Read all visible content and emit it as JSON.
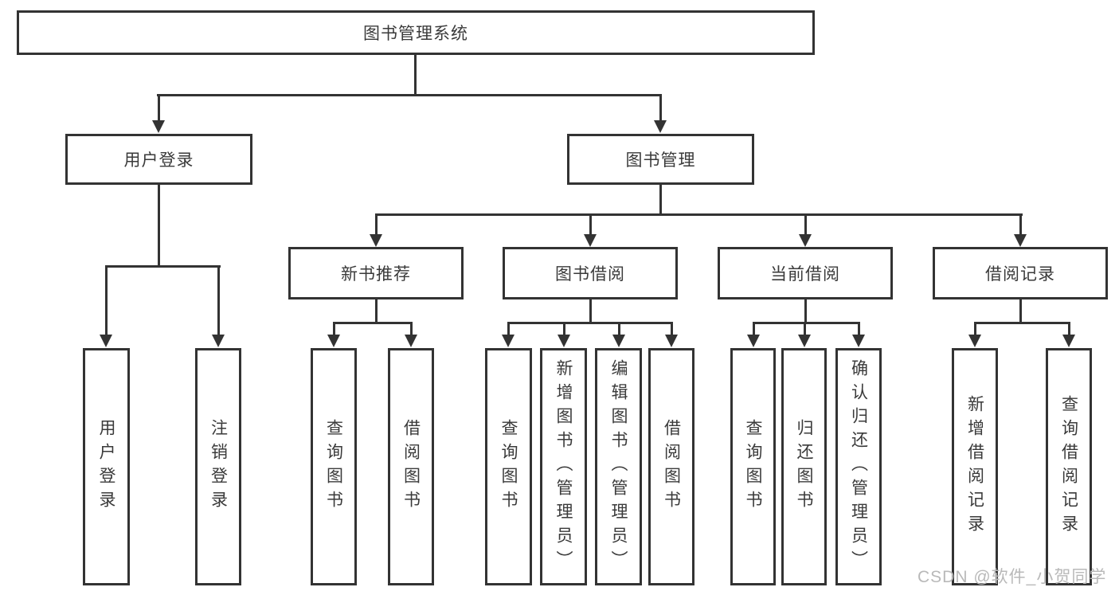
{
  "diagram_title": "图书管理系统",
  "colors": {
    "line": "#333333",
    "text": "#3a3a3a",
    "box_background": "#ffffff",
    "watermark": "#b9b9b9"
  },
  "nodes": {
    "root": "图书管理系统",
    "level2": [
      "用户登录",
      "图书管理"
    ],
    "level3": [
      "新书推荐",
      "图书借阅",
      "当前借阅",
      "借阅记录"
    ],
    "leaves_user_login": [
      "用户登录",
      "注销登录"
    ],
    "leaves_new_books": [
      "查询图书",
      "借阅图书"
    ],
    "leaves_book_borrow": [
      "查询图书",
      "新增图书（管理员）",
      "编辑图书（管理员）",
      "借阅图书"
    ],
    "leaves_current_borrow": [
      "查询图书",
      "归还图书",
      "确认归还（管理员）"
    ],
    "leaves_borrow_records": [
      "新增借阅记录",
      "查询借阅记录"
    ]
  },
  "watermark": "CSDN @软件_小贺同学"
}
